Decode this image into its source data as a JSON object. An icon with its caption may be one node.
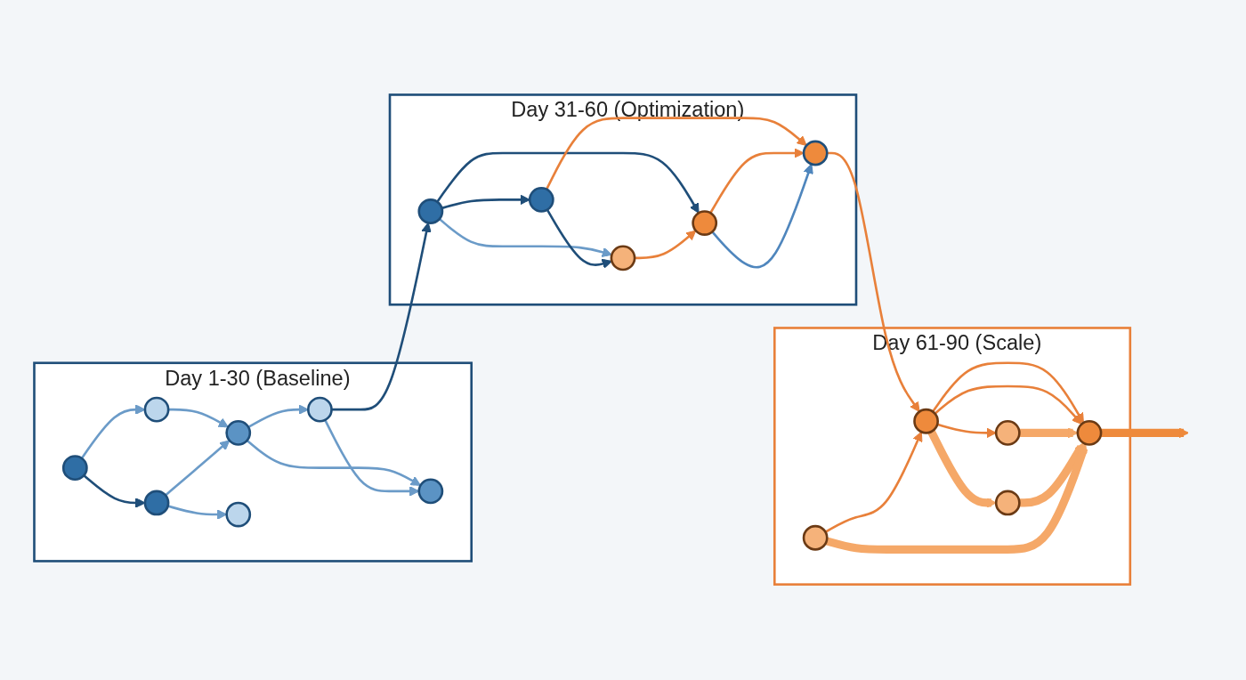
{
  "diagram": {
    "nodes": [
      {
        "text": [
          "Day 1-30 (Baseline)"
        ]
      },
      {
        "text": [],
        "shape": "circle",
        "in": 0
      },
      {
        "text": [],
        "shape": "circle",
        "in": 0
      },
      {
        "text": [],
        "shape": "circle",
        "in": 0
      },
      {
        "text": [],
        "shape": "circle",
        "in": 0
      },
      {
        "text": [],
        "shape": "circle",
        "in": 0
      },
      {
        "text": [],
        "shape": "circle",
        "in": 0
      },
      {
        "text": [],
        "shape": "circle",
        "in": 0
      },
      {
        "text": [
          "Day 31-60 (Optimization)"
        ]
      },
      {
        "text": [],
        "shape": "circle",
        "in": 8
      },
      {
        "text": [],
        "shape": "circle",
        "in": 8
      },
      {
        "text": [],
        "shape": "circle",
        "in": 8
      },
      {
        "text": [],
        "shape": "circle",
        "in": 8
      },
      {
        "text": [],
        "shape": "circle",
        "in": 8
      },
      {
        "text": [
          "Day 61-90 (Scale)"
        ]
      },
      {
        "text": [],
        "shape": "circle",
        "in": 14
      },
      {
        "text": [],
        "shape": "circle",
        "in": 14
      },
      {
        "text": [],
        "shape": "circle",
        "in": 14
      },
      {
        "text": [],
        "shape": "circle",
        "in": 14
      },
      {
        "text": [],
        "shape": "circle",
        "in": 14
      }
    ],
    "edges": [
      {
        "from": 1,
        "to": 2,
        "arrow": "to",
        "color": "#6b9bc8"
      },
      {
        "from": 1,
        "to": 3,
        "arrow": "to"
      },
      {
        "from": 2,
        "to": 4,
        "arrow": "to",
        "color": "#6b9bc8"
      },
      {
        "from": 3,
        "to": 4,
        "arrow": "to",
        "color": "#6b9bc8"
      },
      {
        "from": 3,
        "to": 6,
        "arrow": "to",
        "color": "#6b9bc8"
      },
      {
        "from": 4,
        "to": 5,
        "arrow": "to",
        "color": "#6b9bc8"
      },
      {
        "from": 4,
        "to": 7,
        "arrow": "to",
        "color": "#6b9bc8"
      },
      {
        "from": 5,
        "to": 7,
        "arrow": "to",
        "color": "#6b9bc8"
      },
      {
        "from": 5,
        "to": 9,
        "arrow": "to"
      },
      {
        "from": 9,
        "to": 10,
        "arrow": "to"
      },
      {
        "from": 9,
        "to": 11,
        "arrow": "to",
        "color": "#6b9bc8"
      },
      {
        "from": 9,
        "to": 12,
        "arrow": "to"
      },
      {
        "from": 10,
        "to": 11,
        "arrow": "to"
      },
      {
        "from": 10,
        "to": 13,
        "arrow": "to",
        "color": "#e8803a"
      },
      {
        "from": 11,
        "to": 12,
        "arrow": "to",
        "color": "#e8803a"
      },
      {
        "from": 12,
        "to": 13,
        "arrow": "to",
        "color": "#e8803a"
      },
      {
        "from": 12,
        "to": 13,
        "arrow": "to",
        "color": "#4f86bd"
      },
      {
        "from": 13,
        "to": 15,
        "arrow": "to",
        "color": "#e8803a"
      },
      {
        "from": 15,
        "to": 16,
        "arrow": "to",
        "color": "#e8803a"
      },
      {
        "from": 15,
        "to": 17,
        "arrow": "to",
        "style": "thick",
        "color": "#f5a868"
      },
      {
        "from": 15,
        "to": 19,
        "arrow": "to",
        "color": "#e8803a"
      },
      {
        "from": 15,
        "to": 19,
        "arrow": "to",
        "color": "#e8803a"
      },
      {
        "from": 16,
        "to": 19,
        "arrow": "to",
        "style": "thick",
        "color": "#f5a868"
      },
      {
        "from": 17,
        "to": 19,
        "arrow": "to",
        "style": "thick",
        "color": "#f5a868"
      },
      {
        "from": 18,
        "to": 19,
        "arrow": "to",
        "style": "thick",
        "color": "#f5a868"
      },
      {
        "from": 18,
        "to": 15,
        "arrow": "to",
        "color": "#e8803a"
      },
      {
        "from": 19,
        "to": null,
        "arrow": "to",
        "style": "thick",
        "color": "#ee8a3c"
      }
    ]
  }
}
